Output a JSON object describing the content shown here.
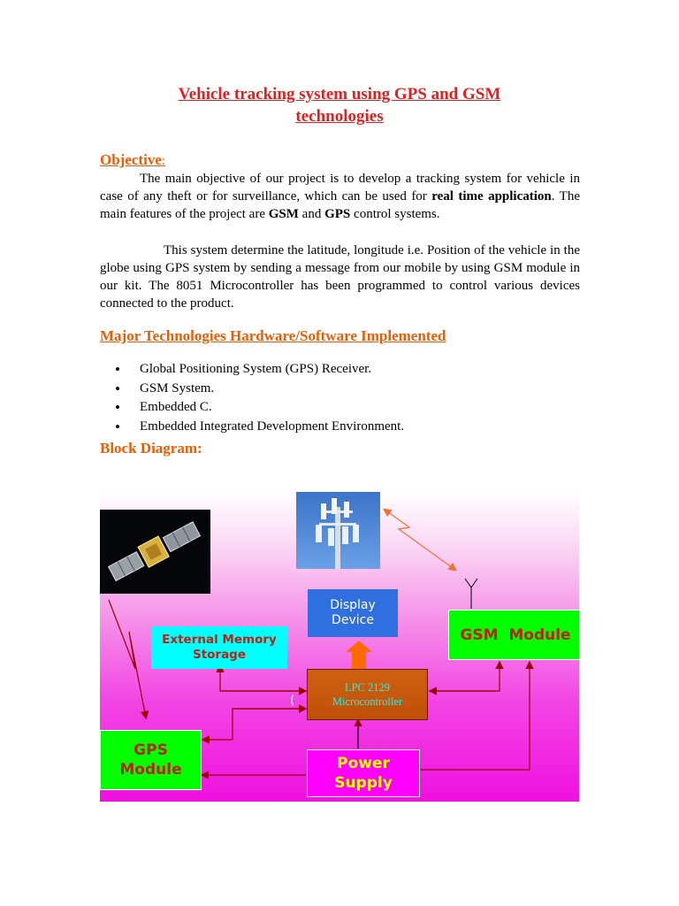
{
  "doc": {
    "title_line1": "Vehicle tracking system using GPS and GSM",
    "title_line2": "technologies",
    "objective_heading": "Objective",
    "objective_colon": ":",
    "p1_s1": "The main objective of our project is to develop a tracking system for vehicle in case of any theft or for surveillance, which can be used for ",
    "p1_b1": "real time application",
    "p1_s2": ". The main features of the project are ",
    "p1_b2": "GSM",
    "p1_s3": " and ",
    "p1_b3": "GPS",
    "p1_s4": " control systems.",
    "p2": "This system determine the latitude, longitude i.e. Position of the vehicle in the globe using GPS system by sending a message from our mobile by using GSM module in our kit. The 8051 Microcontroller has been programmed to control various devices connected to the product.",
    "tech_heading": "Major Technologies Hardware/Software Implemented",
    "tech_items": [
      "Global Positioning System (GPS) Receiver.",
      "GSM System.",
      "Embedded C.",
      "Embedded Integrated Development Environment."
    ],
    "block_heading": "Block Diagram:"
  },
  "diagram": {
    "display_line1": "Display",
    "display_line2": "Device",
    "memory_line1": "External Memory",
    "memory_line2": "Storage",
    "gsm_label": "GSM  Module",
    "mcu_line1": "LPC 2129",
    "mcu_line2": "Microcontroller",
    "mcu_stray": "(",
    "gps_line1": "GPS",
    "gps_line2": "Module",
    "power_line1": "Power",
    "power_line2": "Supply",
    "satellite_icon": "satellite-icon",
    "tower_icon": "cell-tower-icon",
    "antenna_icon": "antenna-icon"
  },
  "colors": {
    "title": "#e31e1e",
    "heading": "#f25a00",
    "wire": "#990000",
    "display_box": "#2f6fe0",
    "memory_box": "#00ffff",
    "gsm_box": "#00ff00",
    "mcu_box": "#d06010",
    "gps_box": "#00ff00",
    "power_box": "#ff00ff"
  }
}
